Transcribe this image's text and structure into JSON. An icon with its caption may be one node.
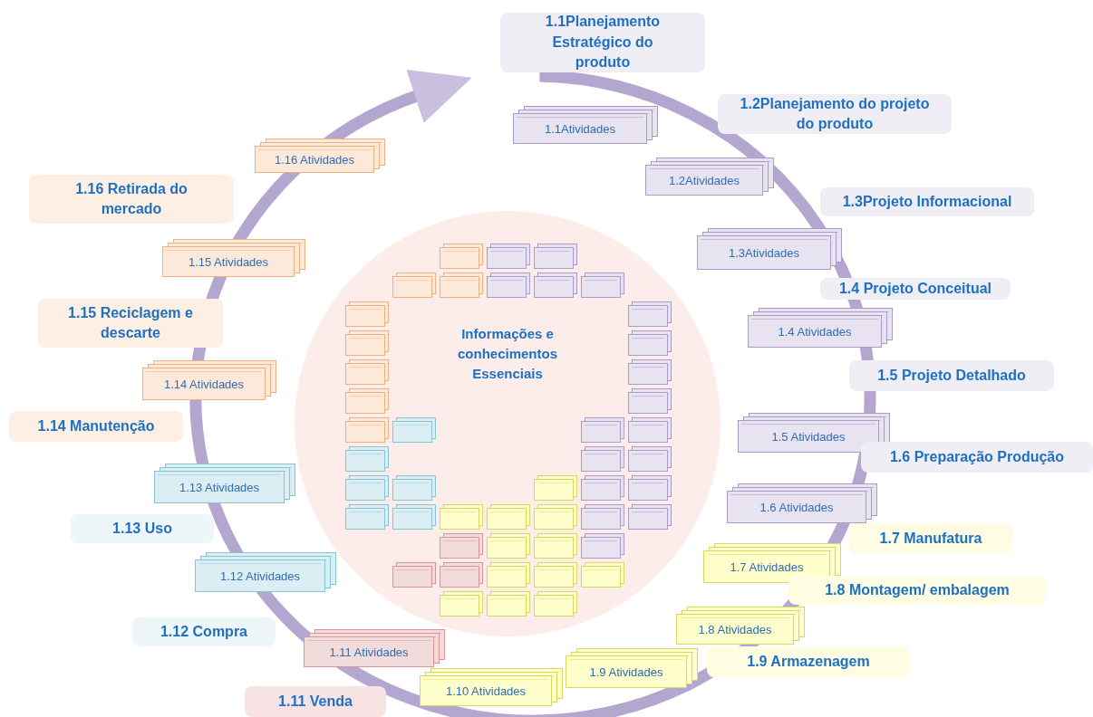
{
  "diagram": {
    "nodes": [
      {
        "text": [
          "Informações e conhecimentos Essenciais"
        ]
      },
      {
        "text": [
          "1.1Planejamento Estratégico do produto"
        ]
      },
      {
        "text": [
          "1.1Atividades"
        ]
      },
      {
        "text": [
          "1.2Planejamento do projeto do produto"
        ]
      },
      {
        "text": [
          "1.2Atividades"
        ]
      },
      {
        "text": [
          "1.3Projeto Informacional"
        ]
      },
      {
        "text": [
          "1.3Atividades"
        ]
      },
      {
        "text": [
          "1.4 Projeto Conceitual"
        ]
      },
      {
        "text": [
          "1.4 Atividades"
        ]
      },
      {
        "text": [
          "1.5 Projeto Detalhado"
        ]
      },
      {
        "text": [
          "1.5 Atividades"
        ]
      },
      {
        "text": [
          "1.6 Preparação Produção"
        ]
      },
      {
        "text": [
          "1.6 Atividades"
        ]
      },
      {
        "text": [
          "1.7 Manufatura"
        ]
      },
      {
        "text": [
          "1.7 Atividades"
        ]
      },
      {
        "text": [
          "1.8 Montagem/ embalagem"
        ]
      },
      {
        "text": [
          "1.8 Atividades"
        ]
      },
      {
        "text": [
          "1.9 Armazenagem"
        ]
      },
      {
        "text": [
          "1.9 Atividades"
        ]
      },
      {
        "text": [
          "1.10 Atividades"
        ]
      },
      {
        "text": [
          "1.11 Venda"
        ]
      },
      {
        "text": [
          "1.11 Atividades"
        ]
      },
      {
        "text": [
          "1.12 Compra"
        ]
      },
      {
        "text": [
          "1.12 Atividades"
        ]
      },
      {
        "text": [
          "1.13 Uso"
        ]
      },
      {
        "text": [
          "1.13 Atividades"
        ]
      },
      {
        "text": [
          "1.14 Manutenção"
        ]
      },
      {
        "text": [
          "1.14 Atividades"
        ]
      },
      {
        "text": [
          "1.15 Reciclagem e descarte"
        ]
      },
      {
        "text": [
          "1.15 Atividades"
        ]
      },
      {
        "text": [
          "1.16 Retirada do mercado"
        ]
      },
      {
        "text": [
          "1.16 Atividades"
        ]
      },
      {
        "text": [],
        "shape": "box",
        "in": 0
      },
      {
        "text": [],
        "shape": "box",
        "in": 0
      },
      {
        "text": [],
        "shape": "box",
        "in": 0
      },
      {
        "text": [],
        "shape": "box",
        "in": 0
      },
      {
        "text": [],
        "shape": "box",
        "in": 0
      },
      {
        "text": [],
        "shape": "box",
        "in": 0
      },
      {
        "text": [],
        "shape": "box",
        "in": 0
      },
      {
        "text": [],
        "shape": "box",
        "in": 0
      },
      {
        "text": [],
        "shape": "box",
        "in": 0
      },
      {
        "text": [],
        "shape": "box",
        "in": 0
      },
      {
        "text": [],
        "shape": "box",
        "in": 0
      },
      {
        "text": [],
        "shape": "box",
        "in": 0
      },
      {
        "text": [],
        "shape": "box",
        "in": 0
      },
      {
        "text": [],
        "shape": "box",
        "in": 0
      },
      {
        "text": [],
        "shape": "box",
        "in": 0
      },
      {
        "text": [],
        "shape": "box",
        "in": 0
      },
      {
        "text": [],
        "shape": "box",
        "in": 0
      },
      {
        "text": [],
        "shape": "box",
        "in": 0
      },
      {
        "text": [],
        "shape": "box",
        "in": 0
      },
      {
        "text": [],
        "shape": "box",
        "in": 0
      },
      {
        "text": [],
        "shape": "box",
        "in": 0
      },
      {
        "text": [],
        "shape": "box",
        "in": 0
      },
      {
        "text": [],
        "shape": "box",
        "in": 0
      },
      {
        "text": [],
        "shape": "box",
        "in": 0
      },
      {
        "text": [],
        "shape": "box",
        "in": 0
      },
      {
        "text": [],
        "shape": "box",
        "in": 0
      },
      {
        "text": [],
        "shape": "box",
        "in": 0
      },
      {
        "text": [],
        "shape": "box",
        "in": 0
      },
      {
        "text": [],
        "shape": "box",
        "in": 0
      },
      {
        "text": [],
        "shape": "box",
        "in": 0
      },
      {
        "text": [],
        "shape": "box",
        "in": 0
      },
      {
        "text": [],
        "shape": "box",
        "in": 0
      },
      {
        "text": [],
        "shape": "box",
        "in": 0
      },
      {
        "text": [],
        "shape": "box",
        "in": 0
      },
      {
        "text": [],
        "shape": "box",
        "in": 0
      },
      {
        "text": [],
        "shape": "box",
        "in": 0
      },
      {
        "text": [],
        "shape": "box",
        "in": 0
      },
      {
        "text": [],
        "shape": "box",
        "in": 0
      },
      {
        "text": [],
        "shape": "box",
        "in": 0
      },
      {
        "text": [],
        "shape": "box",
        "in": 0
      },
      {
        "text": [],
        "shape": "box",
        "in": 0
      },
      {
        "text": [],
        "shape": "box",
        "in": 0
      },
      {
        "text": [],
        "shape": "box",
        "in": 0
      },
      {
        "text": [],
        "shape": "box",
        "in": 0
      },
      {
        "text": [],
        "shape": "box",
        "in": 0
      },
      {
        "text": [],
        "shape": "box",
        "in": 0
      },
      {
        "text": [],
        "shape": "box",
        "in": 0
      }
    ]
  }
}
